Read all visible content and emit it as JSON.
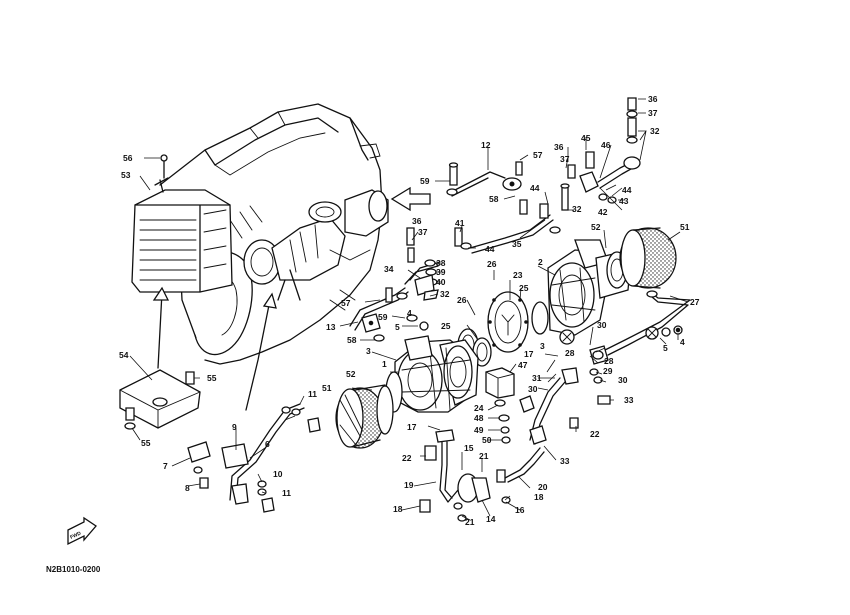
{
  "drawing_code": "N2B1010-0200",
  "fwd_label": "FWD",
  "callouts": [
    {
      "id": "c36a",
      "text": "36"
    },
    {
      "id": "c37a",
      "text": "37"
    },
    {
      "id": "c32a",
      "text": "32"
    },
    {
      "id": "c45",
      "text": "45"
    },
    {
      "id": "c46",
      "text": "46"
    },
    {
      "id": "c36b",
      "text": "36"
    },
    {
      "id": "c37b",
      "text": "37"
    },
    {
      "id": "c57a",
      "text": "57"
    },
    {
      "id": "c12",
      "text": "12"
    },
    {
      "id": "c59a",
      "text": "59"
    },
    {
      "id": "c58a",
      "text": "58"
    },
    {
      "id": "c44a",
      "text": "44"
    },
    {
      "id": "c32b",
      "text": "32"
    },
    {
      "id": "c44b",
      "text": "44"
    },
    {
      "id": "c43",
      "text": "43"
    },
    {
      "id": "c42",
      "text": "42"
    },
    {
      "id": "c35",
      "text": "35"
    },
    {
      "id": "c56",
      "text": "56"
    },
    {
      "id": "c53",
      "text": "53"
    },
    {
      "id": "c36c",
      "text": "36"
    },
    {
      "id": "c37c",
      "text": "37"
    },
    {
      "id": "c41",
      "text": "41"
    },
    {
      "id": "c44c",
      "text": "44"
    },
    {
      "id": "c38",
      "text": "38"
    },
    {
      "id": "c39",
      "text": "39"
    },
    {
      "id": "c40",
      "text": "40"
    },
    {
      "id": "c34",
      "text": "34"
    },
    {
      "id": "c32c",
      "text": "32"
    },
    {
      "id": "c26a",
      "text": "26"
    },
    {
      "id": "c23",
      "text": "23"
    },
    {
      "id": "c2",
      "text": "2"
    },
    {
      "id": "c52a",
      "text": "52"
    },
    {
      "id": "c51a",
      "text": "51"
    },
    {
      "id": "c27",
      "text": "27"
    },
    {
      "id": "c25a",
      "text": "25"
    },
    {
      "id": "c26b",
      "text": "26"
    },
    {
      "id": "c57b",
      "text": "57"
    },
    {
      "id": "c59b",
      "text": "59"
    },
    {
      "id": "c4a",
      "text": "4"
    },
    {
      "id": "c13",
      "text": "13"
    },
    {
      "id": "c5a",
      "text": "5"
    },
    {
      "id": "c58b",
      "text": "58"
    },
    {
      "id": "c25b",
      "text": "25"
    },
    {
      "id": "c30a",
      "text": "30"
    },
    {
      "id": "c28a",
      "text": "28"
    },
    {
      "id": "c17a",
      "text": "17"
    },
    {
      "id": "c3a",
      "text": "3"
    },
    {
      "id": "c3b",
      "text": "3"
    },
    {
      "id": "c28b",
      "text": "28"
    },
    {
      "id": "c1",
      "text": "1"
    },
    {
      "id": "c5b",
      "text": "5"
    },
    {
      "id": "c4b",
      "text": "4"
    },
    {
      "id": "c29",
      "text": "29"
    },
    {
      "id": "c30b",
      "text": "30"
    },
    {
      "id": "c52b",
      "text": "52"
    },
    {
      "id": "c54",
      "text": "54"
    },
    {
      "id": "c55a",
      "text": "55"
    },
    {
      "id": "c47",
      "text": "47"
    },
    {
      "id": "c31",
      "text": "31"
    },
    {
      "id": "c30c",
      "text": "30"
    },
    {
      "id": "c51b",
      "text": "51"
    },
    {
      "id": "c33a",
      "text": "33"
    },
    {
      "id": "c11a",
      "text": "11"
    },
    {
      "id": "c24",
      "text": "24"
    },
    {
      "id": "c48",
      "text": "48"
    },
    {
      "id": "c17b",
      "text": "17"
    },
    {
      "id": "c49",
      "text": "49"
    },
    {
      "id": "c22a",
      "text": "22"
    },
    {
      "id": "c50",
      "text": "50"
    },
    {
      "id": "c55b",
      "text": "55"
    },
    {
      "id": "c9",
      "text": "9"
    },
    {
      "id": "c6",
      "text": "6"
    },
    {
      "id": "c15",
      "text": "15"
    },
    {
      "id": "c21a",
      "text": "21"
    },
    {
      "id": "c33b",
      "text": "33"
    },
    {
      "id": "c7",
      "text": "7"
    },
    {
      "id": "c22b",
      "text": "22"
    },
    {
      "id": "c10",
      "text": "10"
    },
    {
      "id": "c8",
      "text": "8"
    },
    {
      "id": "c11b",
      "text": "11"
    },
    {
      "id": "c19",
      "text": "19"
    },
    {
      "id": "c20",
      "text": "20"
    },
    {
      "id": "c18a",
      "text": "18"
    },
    {
      "id": "c16",
      "text": "16"
    },
    {
      "id": "c18b",
      "text": "18"
    },
    {
      "id": "c21b",
      "text": "21"
    },
    {
      "id": "c14",
      "text": "14"
    }
  ]
}
